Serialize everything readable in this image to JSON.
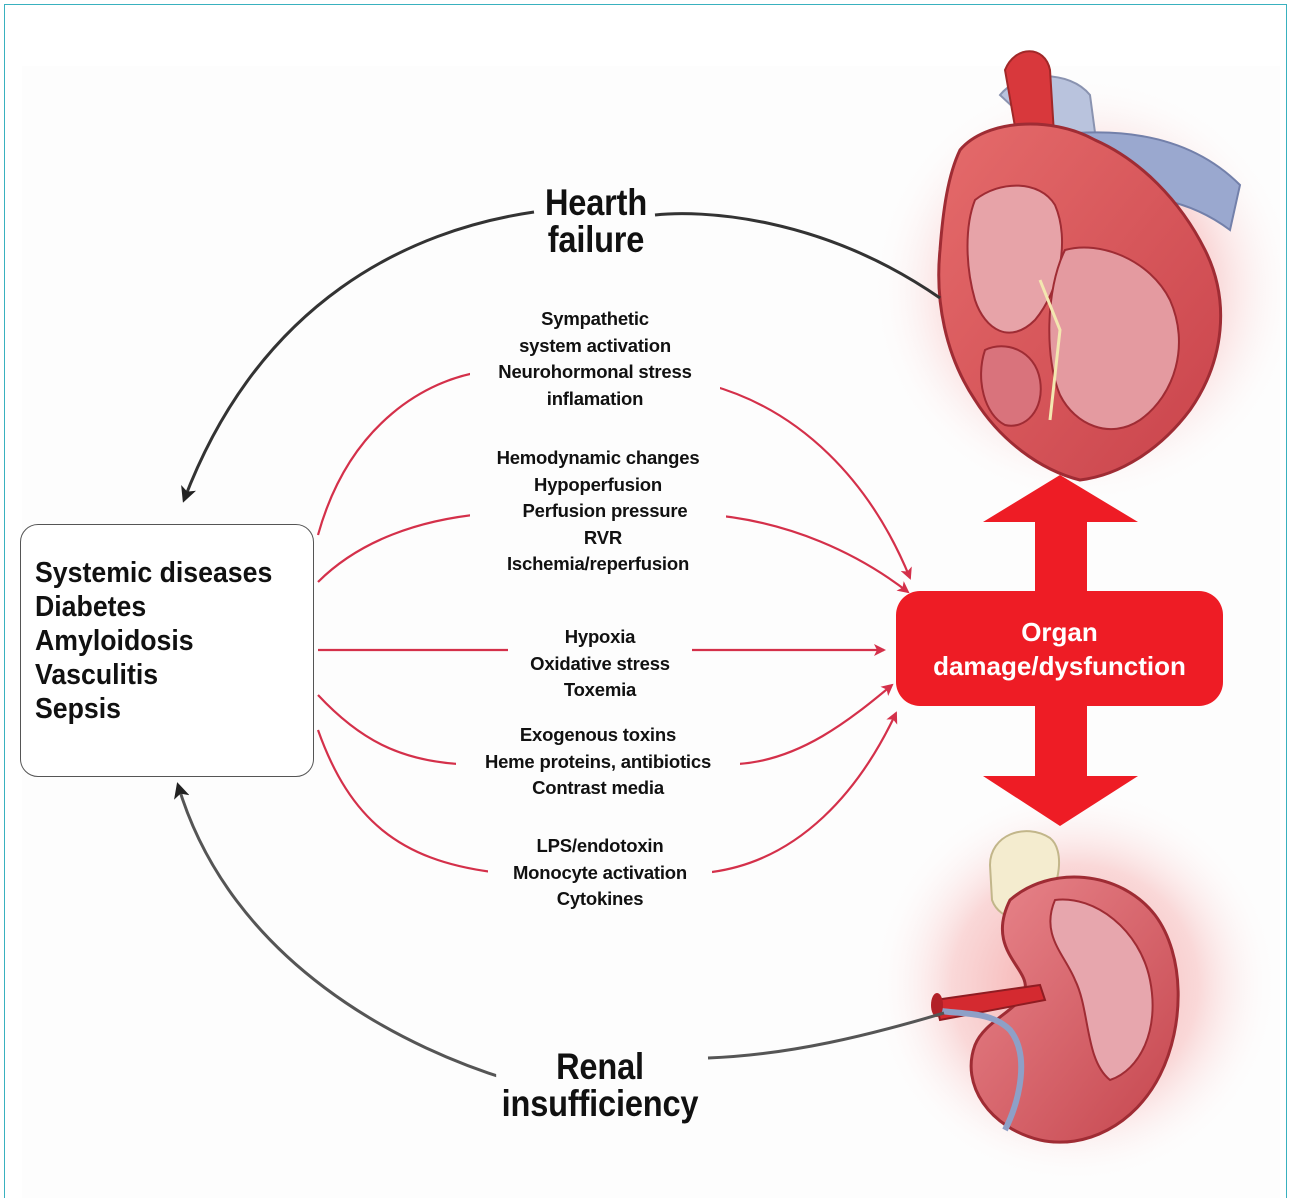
{
  "heart_failure_label": [
    "Hearth",
    "failure"
  ],
  "renal_label": [
    "Renal",
    "insufficiency"
  ],
  "systemic_box": {
    "lines": [
      "Systemic diseases",
      "Diabetes",
      "Amyloidosis",
      "Vasculitis",
      "Sepsis"
    ]
  },
  "organ_damage_label": [
    "Organ",
    "damage/dysfunction"
  ],
  "mechanism_groups": [
    {
      "lines": [
        "Sympathetic",
        "system activation",
        "Neurohormonal stress",
        "inflamation"
      ]
    },
    {
      "lines": [
        "Hemodynamic changes",
        "Hypoperfusion",
        "Perfusion pressure",
        "RVR",
        "Ischemia/reperfusion"
      ]
    },
    {
      "lines": [
        "Hypoxia",
        "Oxidative stress",
        "Toxemia"
      ]
    },
    {
      "lines": [
        "Exogenous toxins",
        "Heme proteins, antibiotics",
        "Contrast media"
      ]
    },
    {
      "lines": [
        "LPS/endotoxin",
        "Monocyte activation",
        "Cytokines"
      ]
    }
  ],
  "colors": {
    "arrow_red": "#d4304a",
    "arrow_black": "#333333",
    "organ_box": "#ee1c25",
    "frame": "#39b1bf"
  },
  "icons": [
    "heart-illustration",
    "kidney-illustration",
    "double-arrow-icon"
  ]
}
